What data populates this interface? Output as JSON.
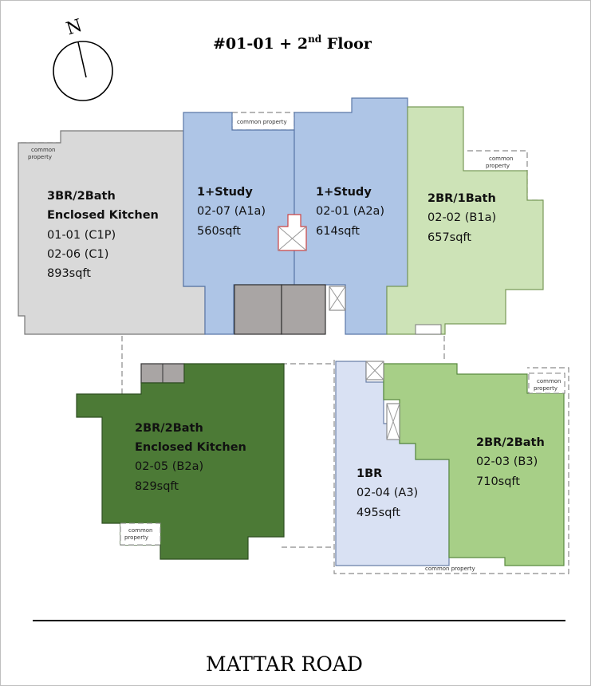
{
  "title": {
    "main": "#01-01 + 2",
    "sup": "nd",
    "rest": " Floor"
  },
  "compass": {
    "letter": "N"
  },
  "road": "MATTAR ROAD",
  "common_property_label": [
    "common",
    "property"
  ],
  "common_property_bottom": "common property",
  "units": {
    "c": {
      "type1": "3BR/2Bath",
      "type2": "Enclosed Kitchen",
      "id1": "01-01 (C1P)",
      "id2": "02-06 (C1)",
      "area": "893sqft",
      "color": "#d9d9d9"
    },
    "a1a": {
      "type1": "1+Study",
      "id1": "02-07 (A1a)",
      "area": "560sqft",
      "color": "#aec5e6"
    },
    "a2a": {
      "type1": "1+Study",
      "id1": "02-01 (A2a)",
      "area": "614sqft",
      "color": "#aec5e6"
    },
    "b1a": {
      "type1": "2BR/1Bath",
      "id1": "02-02 (B1a)",
      "area": "657sqft",
      "color": "#cde3b7"
    },
    "b2a": {
      "type1": "2BR/2Bath",
      "type2": "Enclosed Kitchen",
      "id1": "02-05 (B2a)",
      "area": "829sqft",
      "color": "#4c7a36"
    },
    "a3": {
      "type1": "1BR",
      "id1": "02-04 (A3)",
      "area": "495sqft",
      "color": "#d9e1f3"
    },
    "b3": {
      "type1": "2BR/2Bath",
      "id1": "02-03 (B3)",
      "area": "710sqft",
      "color": "#a7cf87"
    }
  }
}
